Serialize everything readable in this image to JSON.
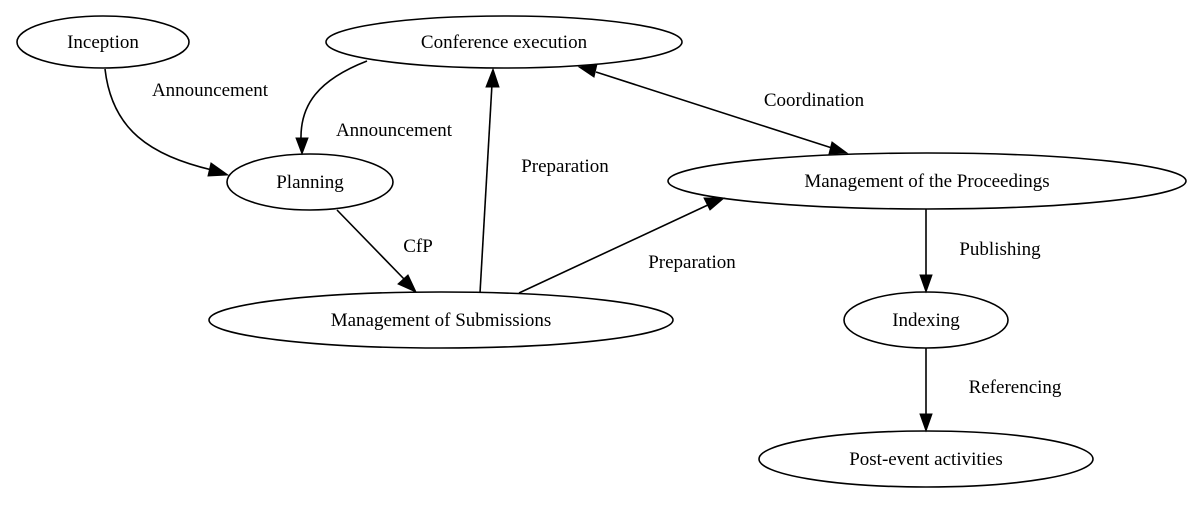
{
  "diagram": {
    "nodes": {
      "inception": "Inception",
      "conference_execution": "Conference execution",
      "planning": "Planning",
      "management_of_proceedings": "Management of the Proceedings",
      "management_of_submissions": "Management of Submissions",
      "indexing": "Indexing",
      "post_event_activities": "Post-event activities"
    },
    "edges": {
      "inception_to_planning": "Announcement",
      "execution_to_planning": "Announcement",
      "planning_to_submissions": "CfP",
      "submissions_to_execution": "Preparation",
      "submissions_to_proceedings": "Preparation",
      "execution_proceedings": "Coordination",
      "proceedings_to_indexing": "Publishing",
      "indexing_to_post_event": "Referencing"
    }
  }
}
